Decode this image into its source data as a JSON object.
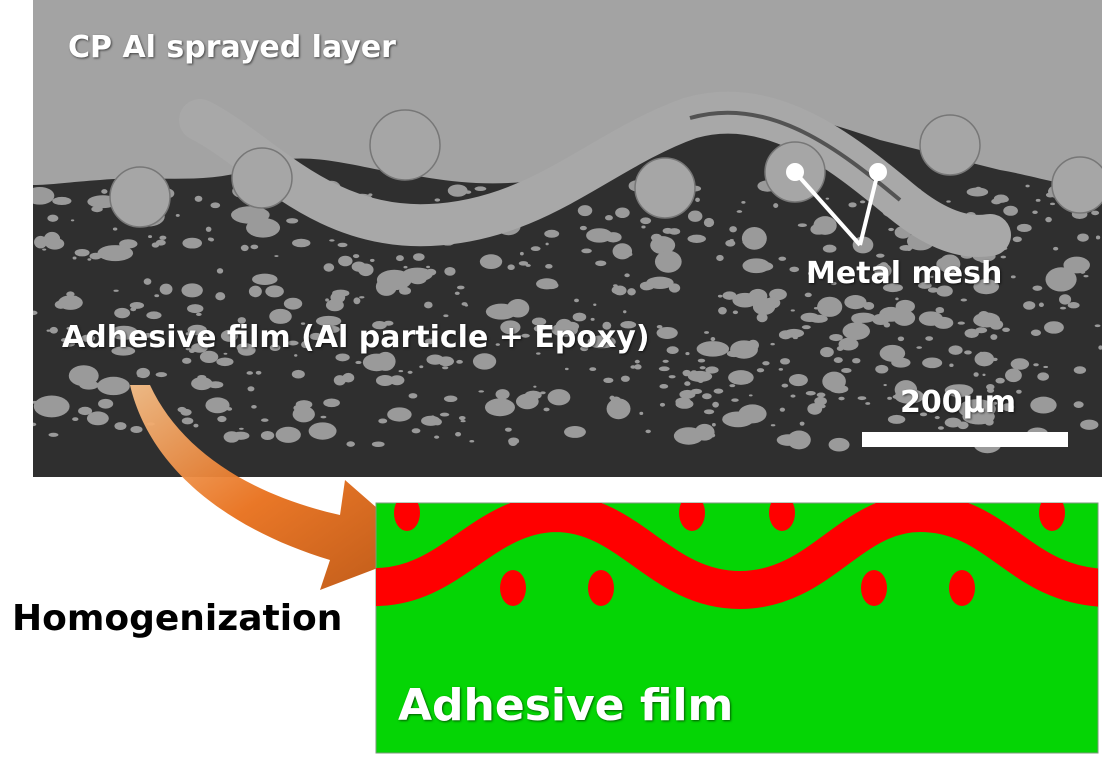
{
  "sem_image": {
    "labels": {
      "layer": "CP Al sprayed layer",
      "mesh": "Metal mesh",
      "adhesive": "Adhesive film (Al particle + Epoxy)",
      "scale": "200μm"
    }
  },
  "process_label": "Homogenization",
  "model": {
    "label": "Adhesive film",
    "colors": {
      "matrix": "#05d505",
      "mesh": "#ff0000",
      "arrow": "#e8701c"
    }
  }
}
